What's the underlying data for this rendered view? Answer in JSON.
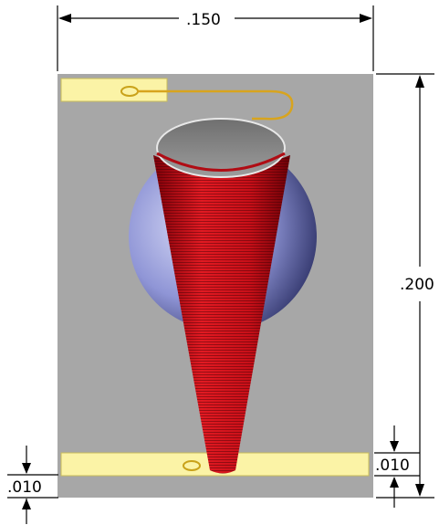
{
  "dimensions": {
    "width_label": ".150",
    "height_label": ".200",
    "top_pad_thickness_label": ".010",
    "bottom_pad_thickness_label": ".010"
  },
  "colors": {
    "substrate": "#a7a7a7",
    "pad": "#fbf3a6",
    "pad_outline": "#c9bd5a",
    "coil": "#d0111a",
    "coil_dark": "#7d0008",
    "sphere": "#8f95d6",
    "cap_top": "#8a8a8a",
    "lead_wire": "#d8a41e",
    "dimension_line": "#000000"
  }
}
